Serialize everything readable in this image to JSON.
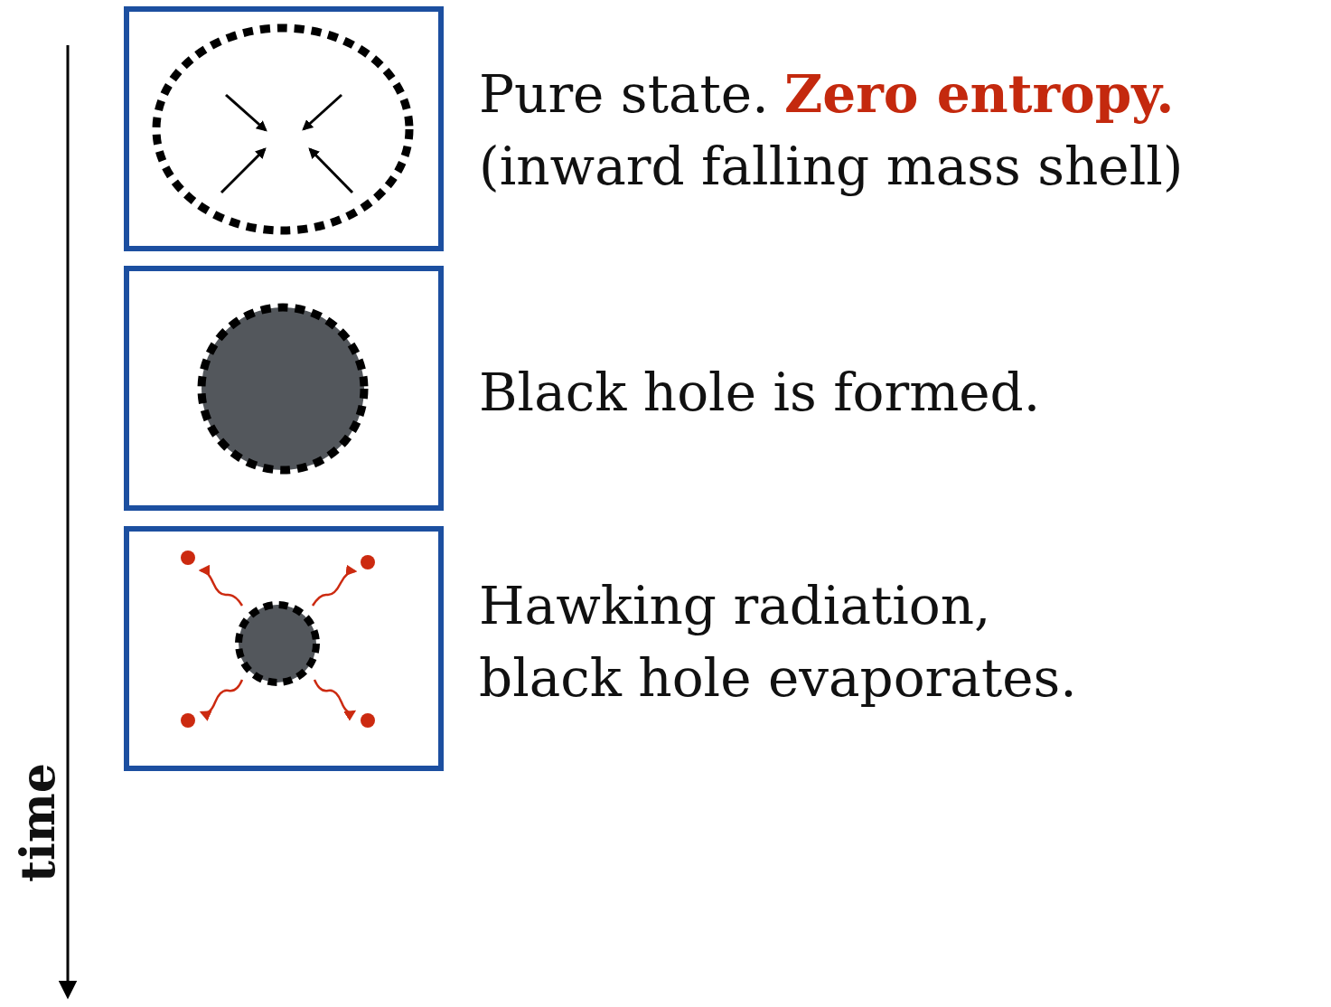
{
  "diagram": {
    "labels": [
      "Pure state.",
      "Zero entropy.",
      "(inward falling mass shell)",
      "Black hole is formed.",
      "Hawking radiation, black hole evaporates.",
      "time"
    ]
  }
}
